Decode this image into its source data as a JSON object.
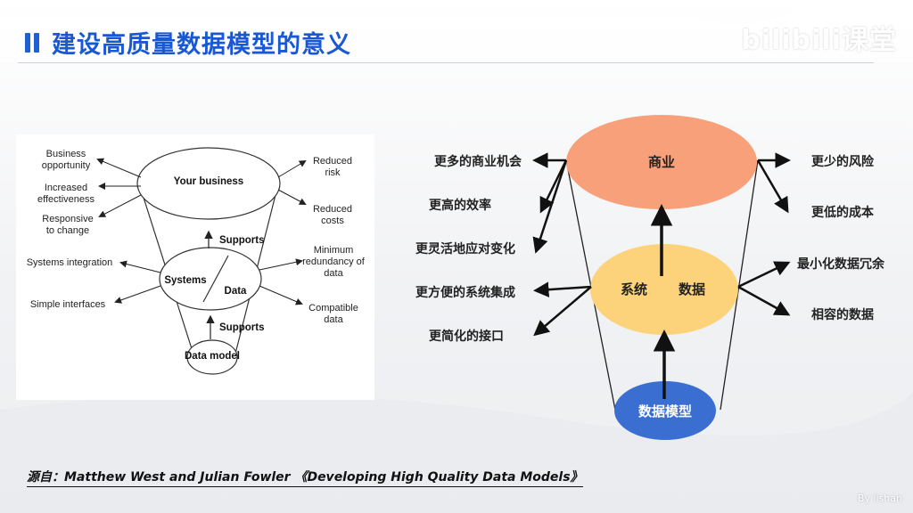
{
  "slide": {
    "title": "建设高质量数据模型的意义",
    "logo": "bilibili课堂",
    "source": "源自：Matthew West and Julian Fowler 《Developing High Quality Data Models》",
    "credit": "By lishan"
  },
  "left_diagram": {
    "top_ellipse": "Your business",
    "middle_left": "Systems",
    "middle_right": "Data",
    "bottom_ellipse": "Data model",
    "supports_upper": "Supports",
    "supports_lower": "Supports",
    "left_labels": [
      "Business opportunity",
      "Increased effectiveness",
      "Responsive to change",
      "Systems integration",
      "Simple interfaces"
    ],
    "right_labels": [
      "Reduced risk",
      "Reduced costs",
      "Minimum redundancy of data",
      "Compatible data"
    ]
  },
  "right_diagram": {
    "top_ellipse": "商业",
    "middle_left": "系统",
    "middle_right": "数据",
    "bottom_ellipse": "数据模型",
    "left_labels": [
      "更多的商业机会",
      "更高的效率",
      "更灵活地应对变化",
      "更方便的系统集成",
      "更简化的接口"
    ],
    "right_labels": [
      "更少的风险",
      "更低的成本",
      "最小化数据冗余",
      "相容的数据"
    ],
    "colors": {
      "top": "#f8a07a",
      "middle": "#fcd37a",
      "bottom": "#3a6fd1",
      "title": "#1858d4"
    }
  }
}
